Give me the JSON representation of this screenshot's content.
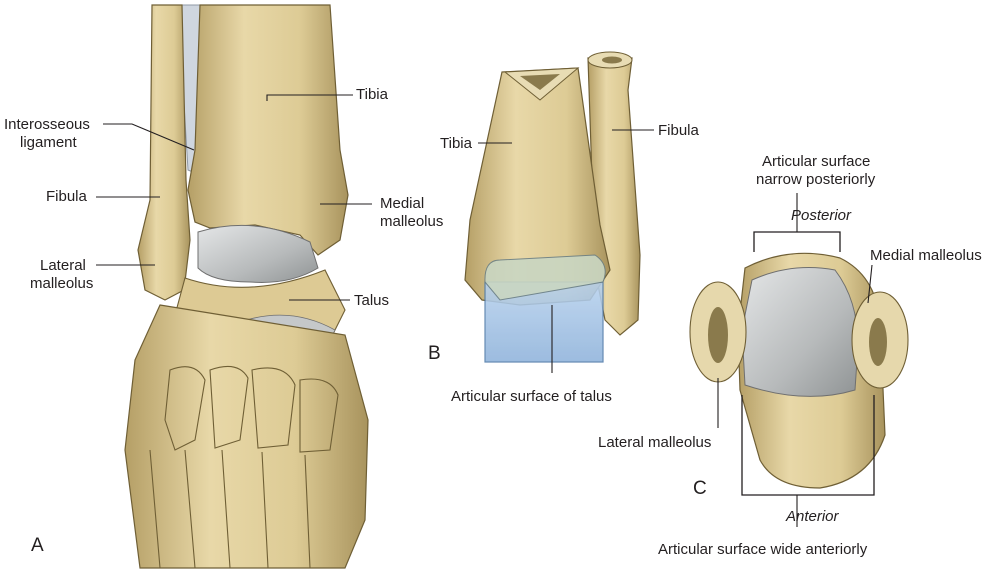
{
  "panels": {
    "a": {
      "letter": "A",
      "labels": {
        "tibia": "Tibia",
        "interosseous": [
          "Interosseous",
          "ligament"
        ],
        "fibula": "Fibula",
        "medial_malleolus": [
          "Medial",
          "malleolus"
        ],
        "lateral_malleolus": [
          "Lateral",
          "malleolus"
        ],
        "talus": "Talus"
      }
    },
    "b": {
      "letter": "B",
      "labels": {
        "tibia": "Tibia",
        "fibula": "Fibula",
        "articular_surface_of_talus": "Articular surface of talus"
      }
    },
    "c": {
      "letter": "C",
      "labels": {
        "narrow_posteriorly": [
          "Articular surface",
          "narrow posteriorly"
        ],
        "posterior": "Posterior",
        "medial_malleolus": "Medial malleolus",
        "lateral_malleolus": "Lateral malleolus",
        "anterior": "Anterior",
        "wide_anteriorly": "Articular surface wide anteriorly"
      }
    }
  },
  "colors": {
    "bone": "#e3d3a1",
    "bone_shadow": "#b9a46a",
    "cartilage": "#bfc2c3",
    "highlight_box": "#a9c6e6",
    "leader_line": "#231f20"
  }
}
